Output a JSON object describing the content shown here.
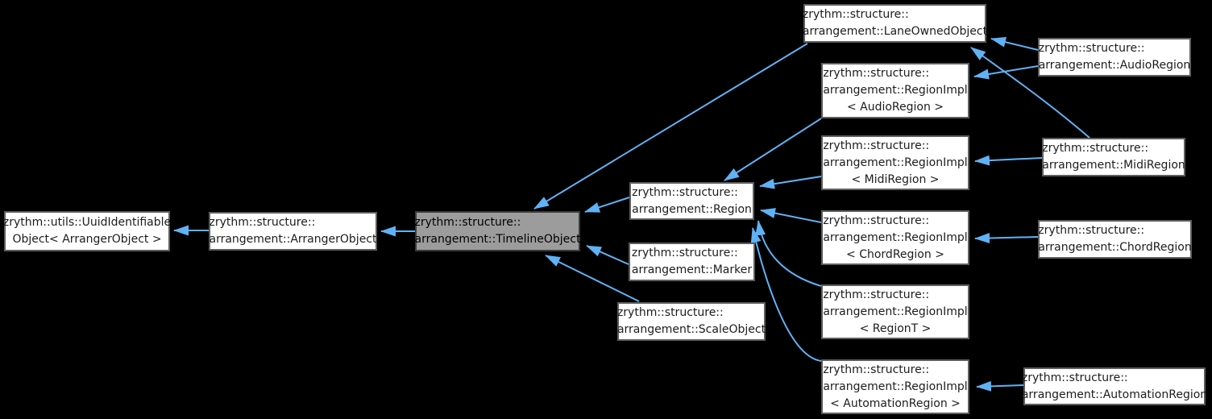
{
  "diagram": {
    "kind": "class-inheritance-graph",
    "colors": {
      "background": "#000000",
      "node_fill": "#ffffff",
      "node_border": "#5e5e5e",
      "highlight_fill": "#9c9c9c",
      "highlight_border": "#3c3c3c",
      "edge": "#5fb2f5",
      "text": "#1c1c1c"
    },
    "nodes": {
      "uuid_identifiable_object": {
        "lines": [
          "zrythm::utils::UuidIdentifiable",
          "Object< ArrangerObject >"
        ]
      },
      "arranger_object": {
        "lines": [
          "zrythm::structure::",
          "arrangement::ArrangerObject"
        ]
      },
      "timeline_object": {
        "lines": [
          "zrythm::structure::",
          "arrangement::TimelineObject"
        ],
        "highlighted": true
      },
      "lane_owned_object": {
        "lines": [
          "zrythm::structure::",
          "arrangement::LaneOwnedObject"
        ]
      },
      "audio_region": {
        "lines": [
          "zrythm::structure::",
          "arrangement::AudioRegion"
        ]
      },
      "region_impl_audio": {
        "lines": [
          "zrythm::structure::",
          "arrangement::RegionImpl",
          "< AudioRegion >"
        ]
      },
      "midi_region": {
        "lines": [
          "zrythm::structure::",
          "arrangement::MidiRegion"
        ]
      },
      "region_impl_midi": {
        "lines": [
          "zrythm::structure::",
          "arrangement::RegionImpl",
          "< MidiRegion >"
        ]
      },
      "region": {
        "lines": [
          "zrythm::structure::",
          "arrangement::Region"
        ]
      },
      "region_impl_chord": {
        "lines": [
          "zrythm::structure::",
          "arrangement::RegionImpl",
          "< ChordRegion >"
        ]
      },
      "chord_region": {
        "lines": [
          "zrythm::structure::",
          "arrangement::ChordRegion"
        ]
      },
      "marker": {
        "lines": [
          "zrythm::structure::",
          "arrangement::Marker"
        ]
      },
      "region_impl_regiont": {
        "lines": [
          "zrythm::structure::",
          "arrangement::RegionImpl",
          "< RegionT >"
        ]
      },
      "scale_object": {
        "lines": [
          "zrythm::structure::",
          "arrangement::ScaleObject"
        ]
      },
      "region_impl_automation": {
        "lines": [
          "zrythm::structure::",
          "arrangement::RegionImpl",
          "< AutomationRegion >"
        ]
      },
      "automation_region": {
        "lines": [
          "zrythm::structure::",
          "arrangement::AutomationRegion"
        ]
      }
    },
    "edges": [
      {
        "from": "arranger_object",
        "to": "uuid_identifiable_object"
      },
      {
        "from": "timeline_object",
        "to": "arranger_object"
      },
      {
        "from": "lane_owned_object",
        "to": "timeline_object"
      },
      {
        "from": "region",
        "to": "timeline_object"
      },
      {
        "from": "marker",
        "to": "timeline_object"
      },
      {
        "from": "scale_object",
        "to": "timeline_object"
      },
      {
        "from": "region_impl_audio",
        "to": "region"
      },
      {
        "from": "region_impl_midi",
        "to": "region"
      },
      {
        "from": "region_impl_chord",
        "to": "region"
      },
      {
        "from": "region_impl_regiont",
        "to": "region"
      },
      {
        "from": "region_impl_automation",
        "to": "region"
      },
      {
        "from": "audio_region",
        "to": "lane_owned_object"
      },
      {
        "from": "audio_region",
        "to": "region_impl_audio"
      },
      {
        "from": "midi_region",
        "to": "lane_owned_object"
      },
      {
        "from": "midi_region",
        "to": "region_impl_midi"
      },
      {
        "from": "chord_region",
        "to": "region_impl_chord"
      },
      {
        "from": "automation_region",
        "to": "region_impl_automation"
      }
    ]
  }
}
